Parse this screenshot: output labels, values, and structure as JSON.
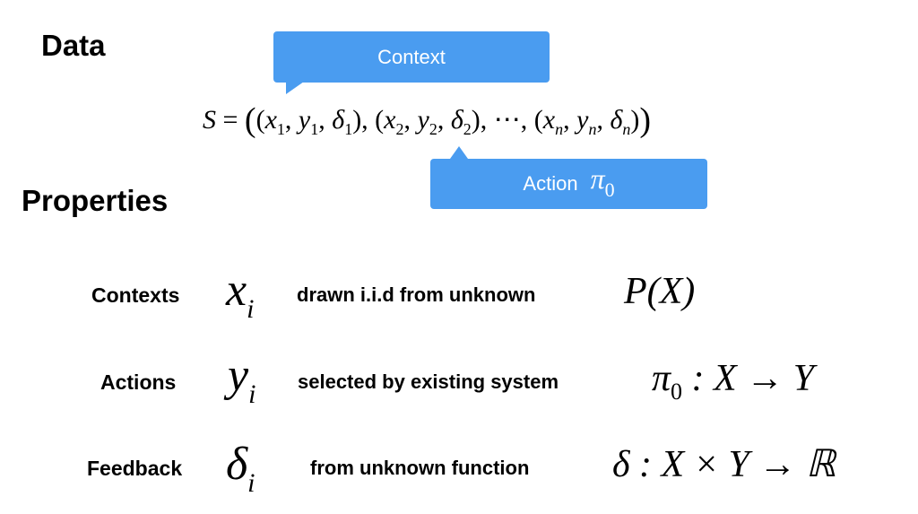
{
  "headings": {
    "data": "Data",
    "properties": "Properties"
  },
  "callouts": {
    "context": "Context",
    "action": "Action",
    "action_symbol": "π",
    "action_symbol_sub": "0"
  },
  "formula": {
    "lhs": "S",
    "x": "x",
    "y": "y",
    "d": "δ",
    "sub1": "1",
    "sub2": "2",
    "subn": "n",
    "ellipsis": "⋯"
  },
  "rows": [
    {
      "label": "Contexts",
      "symbol": "x",
      "symbol_sub": "i",
      "text": "drawn i.i.d from unknown",
      "expr": "P(X)"
    },
    {
      "label": "Actions",
      "symbol": "y",
      "symbol_sub": "i",
      "text": "selected by existing system",
      "expr_a": "π",
      "expr_sub": "0",
      "expr_b": " : X → Y"
    },
    {
      "label": "Feedback",
      "symbol": "δ",
      "symbol_sub": "i",
      "text": "from unknown function",
      "expr": "δ : X × Y → ℝ"
    }
  ],
  "colors": {
    "callout_bg": "#4a9cf0",
    "callout_text": "#ffffff"
  }
}
